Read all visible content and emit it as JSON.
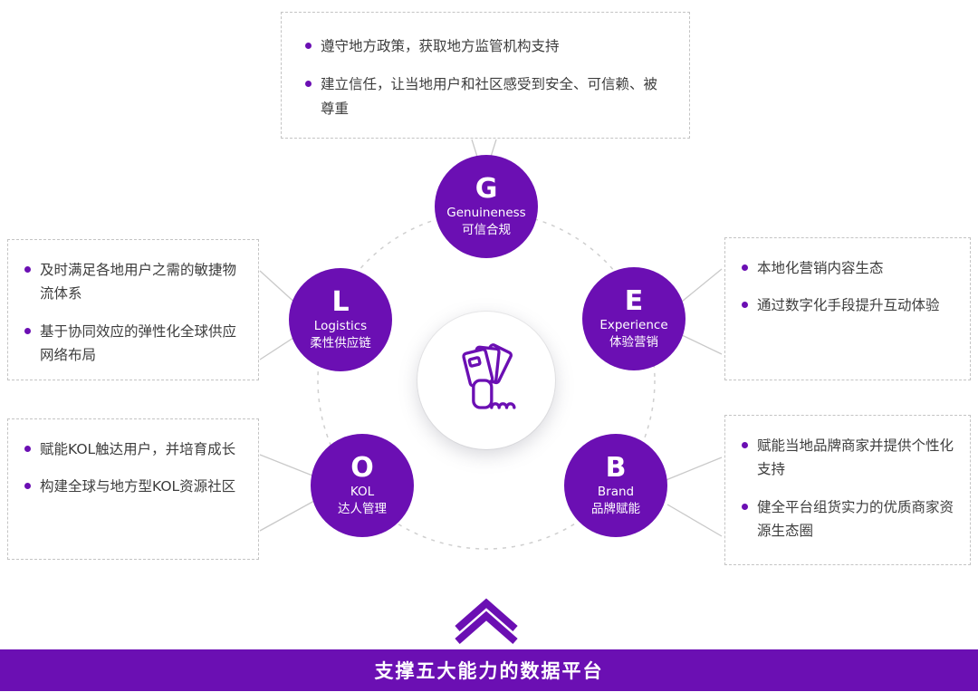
{
  "colors": {
    "accent": "#6B0FB3",
    "connector_line": "#c9c9c9",
    "text": "#3d3d3d"
  },
  "banner": {
    "label": "支撑五大能力的数据平台"
  },
  "center_icon": "hand-holding-cards-icon",
  "nodes": {
    "genuineness": {
      "letter": "G",
      "en": "Genuineness",
      "zh": "可信合规"
    },
    "logistics": {
      "letter": "L",
      "en": "Logistics",
      "zh": "柔性供应链"
    },
    "experience": {
      "letter": "E",
      "en": "Experience",
      "zh": "体验营销"
    },
    "kol": {
      "letter": "O",
      "en": "KOL",
      "zh": "达人管理"
    },
    "brand": {
      "letter": "B",
      "en": "Brand",
      "zh": "品牌赋能"
    }
  },
  "boxes": {
    "genuineness": {
      "bullets": [
        "遵守地方政策，获取地方监管机构支持",
        "建立信任，让当地用户和社区感受到安全、可信赖、被尊重"
      ]
    },
    "logistics": {
      "bullets": [
        "及时满足各地用户之需的敏捷物流体系",
        "基于协同效应的弹性化全球供应网络布局"
      ]
    },
    "experience": {
      "bullets": [
        "本地化营销内容生态",
        "通过数字化手段提升互动体验"
      ]
    },
    "kol": {
      "bullets": [
        "赋能KOL触达用户，并培育成长",
        "构建全球与地方型KOL资源社区"
      ]
    },
    "brand": {
      "bullets": [
        "赋能当地品牌商家并提供个性化支持",
        "健全平台组货实力的优质商家资源生态圈"
      ]
    }
  }
}
